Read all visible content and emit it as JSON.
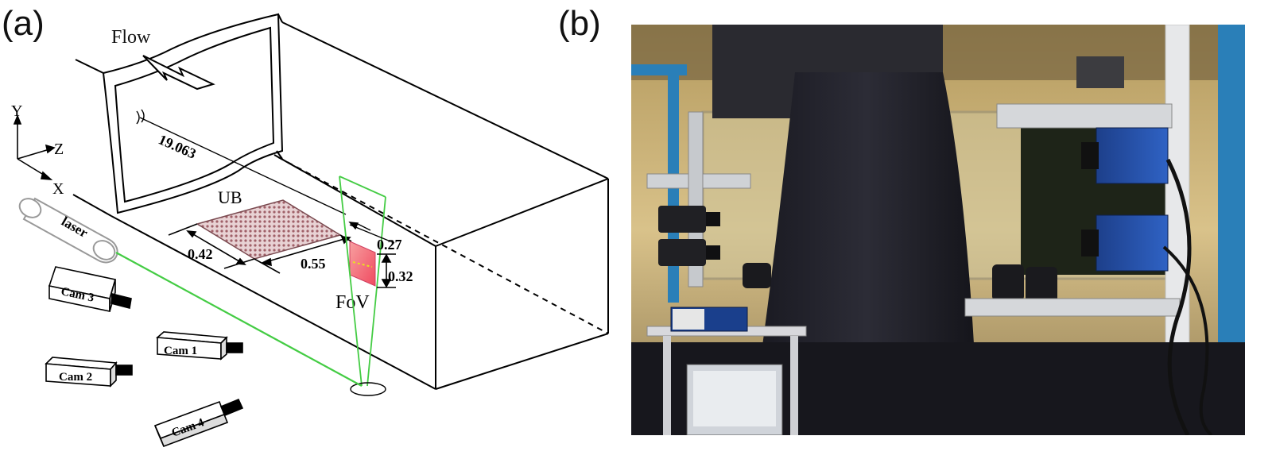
{
  "panel_a": {
    "label": "(a)",
    "flow": "Flow",
    "axis_y": "Y",
    "axis_z": "Z",
    "axis_x": "X",
    "distance": "19.063",
    "ub": "UB",
    "laser": "laser",
    "dim_042": "0.42",
    "dim_055": "0.55",
    "dim_027": "0.27",
    "dim_032": "0.32",
    "fov": "FoV",
    "cam1": "Cam 1",
    "cam2": "Cam 2",
    "cam3": "Cam 3",
    "cam4": "Cam 4",
    "colors": {
      "laser_beam": "#44cc44",
      "fov_fill": "#f07070",
      "roughness": "#c08080"
    }
  },
  "panel_b": {
    "label": "(b)"
  }
}
